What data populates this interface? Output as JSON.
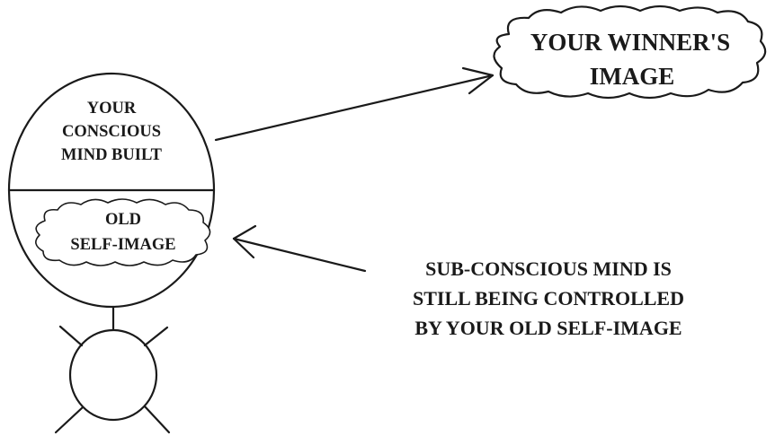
{
  "winner_cloud": {
    "line1": "YOUR WINNER'S",
    "line2": "IMAGE"
  },
  "head": {
    "conscious_line1": "YOUR",
    "conscious_line2": "CONSCIOUS",
    "conscious_line3": "MIND BUILT"
  },
  "old_cloud": {
    "line1": "OLD",
    "line2": "SELF-IMAGE"
  },
  "subconscious_note": {
    "line1": "SUB-CONSCIOUS MIND IS",
    "line2": "STILL BEING CONTROLLED",
    "line3": "BY YOUR OLD SELF-IMAGE"
  }
}
